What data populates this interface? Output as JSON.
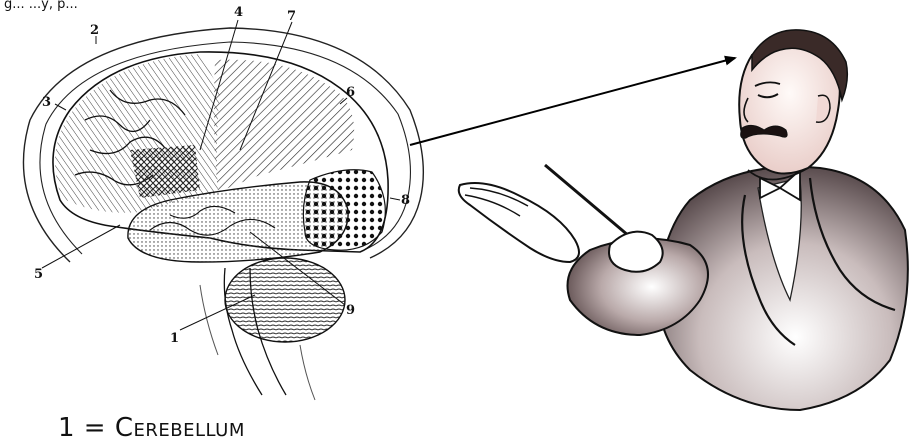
{
  "header_text": "g... ...y, p...",
  "brain": {
    "region_labels": [
      "1",
      "2",
      "3",
      "4",
      "5",
      "6",
      "7",
      "8",
      "9"
    ]
  },
  "caption": "1 = Cerebellum"
}
